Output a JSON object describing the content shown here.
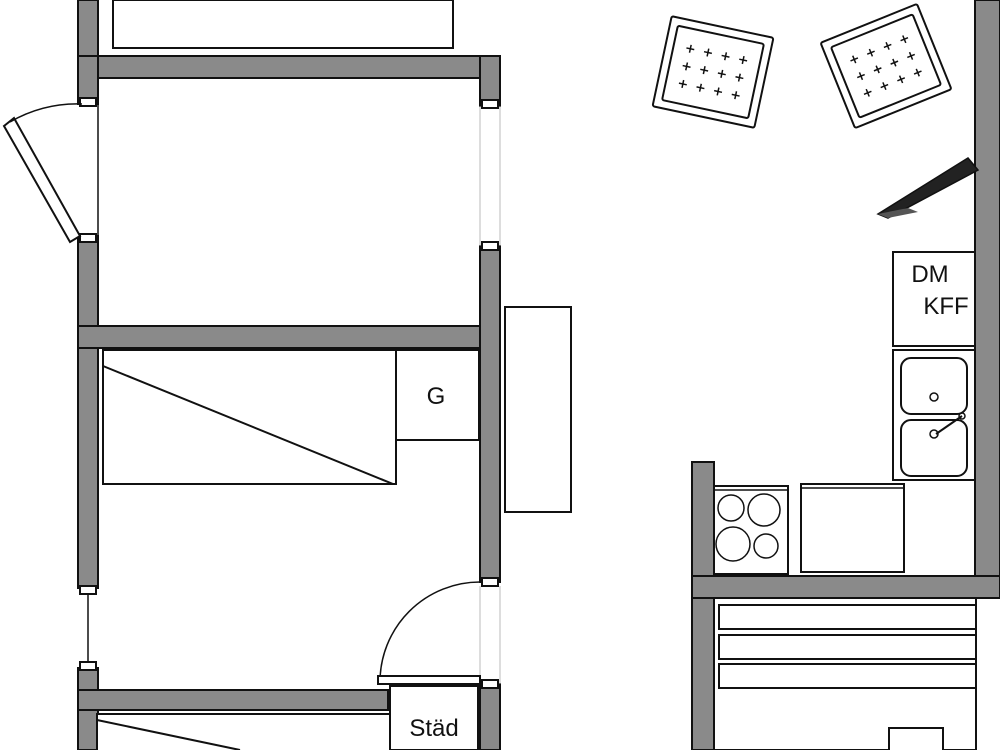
{
  "labels": {
    "wardrobe": "G",
    "dishwasher": "DM",
    "fridge_freezer": "KFF",
    "cleaning": "Städ"
  },
  "colors": {
    "wall": "#8a8a8a",
    "line": "#111111",
    "background": "#ffffff"
  },
  "icons": {
    "cushions": "cushion-icon",
    "tv": "tv-icon",
    "sink": "sink-icon",
    "stove": "stove-icon"
  }
}
